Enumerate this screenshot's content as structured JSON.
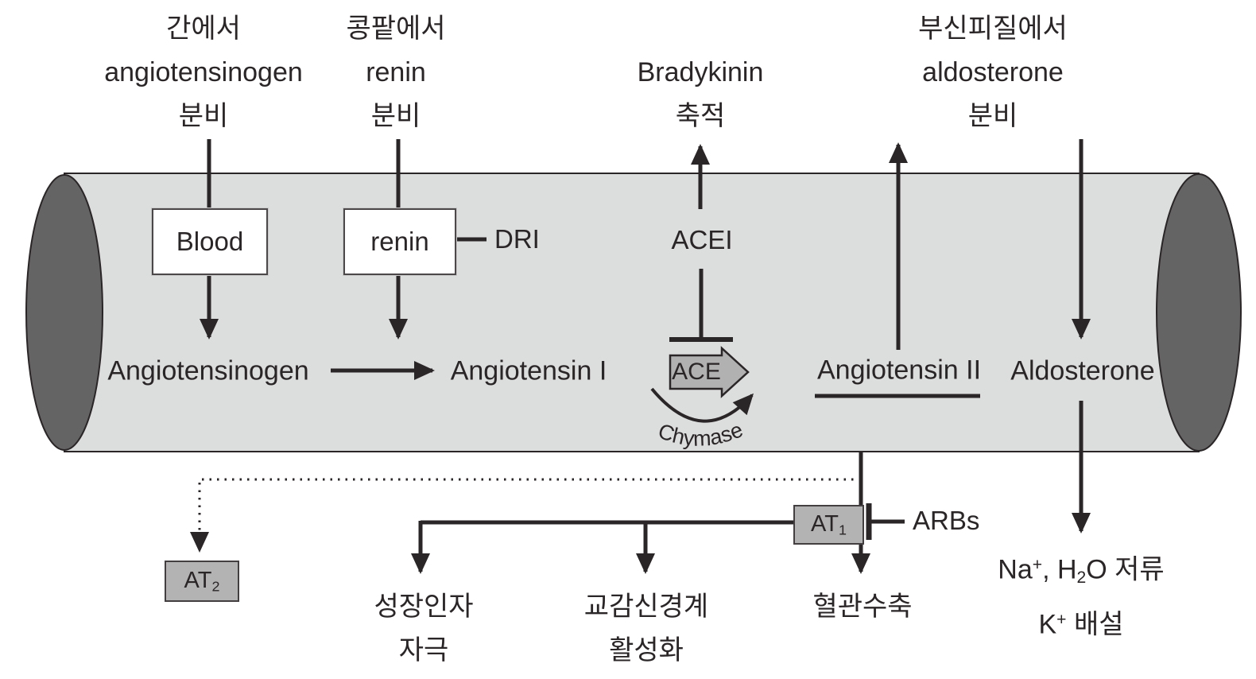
{
  "top_labels": {
    "liver": {
      "line1": "간에서",
      "line2": "angiotensinogen",
      "line3": "분비"
    },
    "kidney": {
      "line1": "콩팥에서",
      "line2": "renin",
      "line3": "분비"
    },
    "bradykinin": {
      "line1": "Bradykinin",
      "line2": "축적"
    },
    "adrenal": {
      "line1": "부신피질에서",
      "line2": "aldosterone",
      "line3": "분비"
    }
  },
  "vessel": {
    "blood_box": "Blood",
    "renin_box": "renin",
    "dri": "DRI",
    "acei": "ACEI",
    "ace": "ACE",
    "chymase": "Chymase",
    "angiotensinogen": "Angiotensinogen",
    "angiotensin1": "Angiotensin I",
    "angiotensin2": "Angiotensin II",
    "aldosterone": "Aldosterone"
  },
  "receptors": {
    "at1": {
      "base": "AT",
      "sub": "1"
    },
    "at2": {
      "base": "AT",
      "sub": "2"
    },
    "arbs": "ARBs"
  },
  "effects": {
    "growth": {
      "line1": "성장인자",
      "line2": "자극"
    },
    "sympathetic": {
      "line1": "교감신경계",
      "line2": "활성화"
    },
    "vasoconstriction": "혈관수축",
    "retention_line1": {
      "p1": "Na",
      "sup1": "+",
      "p2": ", H",
      "sub1": "2",
      "p3": "O  저류"
    },
    "retention_line2": {
      "p1": "K",
      "sup1": "+",
      "p2": " 배설"
    }
  },
  "colors": {
    "ink": "#2a2526",
    "vessel_body": "#dcdddd",
    "vessel_cap": "#646464",
    "receptor_fill": "#b3b3b3",
    "ace_fill": "#b1b1b1"
  }
}
